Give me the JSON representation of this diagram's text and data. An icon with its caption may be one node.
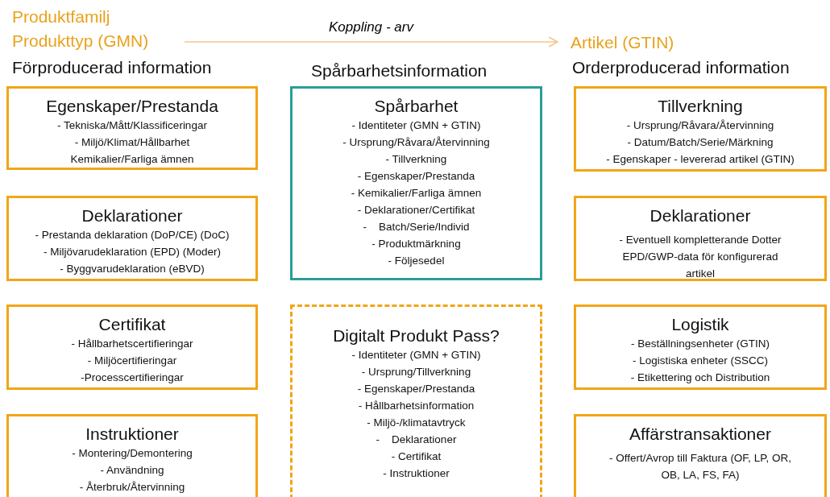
{
  "diagram": {
    "nodes": [
      {
        "text": [
          "Produktfamilj Produkttyp (GMN)"
        ]
      },
      {
        "text": [
          "Artikel (GTIN)"
        ]
      },
      {
        "text": [
          "Egenskaper/Prestanda",
          "- Tekniska/Mått/Klassificeringar",
          "- Miljö/Klimat/Hållbarhet",
          "Kemikalier/Farliga ämnen"
        ]
      },
      {
        "text": [
          "Deklarationer",
          "- Prestanda deklaration (DoP/CE) (DoC)",
          "- Miljövarudeklaration (EPD) (Moder)",
          "- Byggvarudeklaration (eBVD)"
        ]
      },
      {
        "text": [
          "Certifikat",
          "- Hållbarhetscertifieringar",
          "- Miljöcertifieringar",
          "-Processcertifieringar"
        ]
      },
      {
        "text": [
          "Instruktioner",
          "- Montering/Demontering",
          "- Användning",
          "- Återbruk/Återvinning"
        ]
      },
      {
        "text": [
          "Spårbarhet",
          "- Identiteter (GMN + GTIN)",
          "- Ursprung/Råvara/Återvinning",
          "- Tillverkning",
          "- Egenskaper/Prestanda",
          "- Kemikalier/Farliga ämnen",
          "- Deklarationer/Certifikat",
          "-    Batch/Serie/Individ",
          "- Produktmärkning",
          "- Följesedel"
        ]
      },
      {
        "text": [
          "Digitalt Produkt Pass?",
          "- Identiteter (GMN + GTIN)",
          "- Ursprung/Tillverkning",
          "- Egenskaper/Prestanda",
          "- Hållbarhetsinformation",
          "- Miljö-/klimatavtryck",
          "-    Deklarationer",
          "- Certifikat",
          "- Instruktioner"
        ]
      },
      {
        "text": [
          "Tillverkning",
          "- Ursprung/Råvara/Återvinning",
          "- Datum/Batch/Serie/Märkning",
          "- Egenskaper - levererad artikel (GTIN)"
        ]
      },
      {
        "text": [
          "Deklarationer",
          "- Eventuell kompletterande Dotter EPD/GWP-data för konfigurerad artikel"
        ]
      },
      {
        "text": [
          "Logistik",
          "- Beställningsenheter (GTIN)",
          "- Logistiska enheter (SSCC)",
          "- Etikettering och Distribution"
        ]
      },
      {
        "text": [
          "Affärstransaktioner",
          "- Offert/Avrop till Faktura (OF, LP, OR, OB, LA, FS, FA)"
        ]
      }
    ],
    "edges": [
      {
        "from": 0,
        "to": 1,
        "arrow": "to",
        "label": "Koppling - arv"
      }
    ],
    "labels": [
      "Förproducerad information",
      "Spårbarhetsinformation",
      "Orderproducerad information"
    ]
  }
}
